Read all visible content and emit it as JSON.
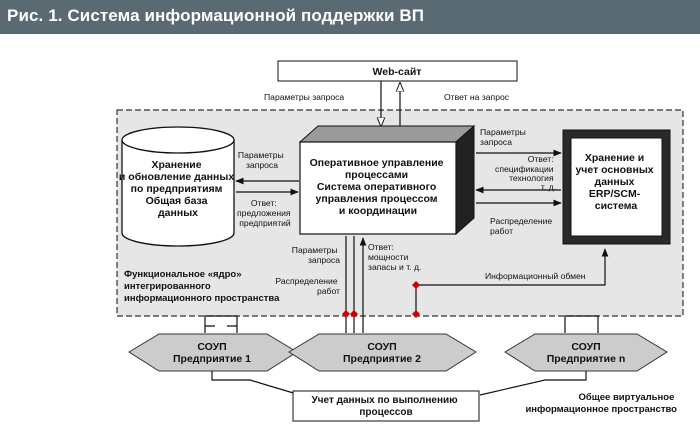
{
  "title": "Рис. 1. Система информационной поддержки ВП",
  "website": "Web-сайт",
  "labels": {
    "query_params_top": "Параметры запроса",
    "reply_top": "Ответ на запрос",
    "left_query": [
      "Параметры",
      "запроса"
    ],
    "left_reply": [
      "Ответ:",
      "предложения",
      "предприятий"
    ],
    "right_query": [
      "Параметры",
      "запроса"
    ],
    "right_reply": [
      "Ответ:",
      "спецификации",
      "технология",
      "т. д."
    ],
    "right_distribution": [
      "Распределение",
      "работ"
    ],
    "bottom_query": [
      "Параметры",
      "запроса"
    ],
    "bottom_reply": [
      "Ответ:",
      "мощности",
      "запасы и т. д."
    ],
    "bottom_distribution": [
      "Распределение",
      "работ"
    ],
    "info_exchange": "Информационный обмен",
    "core": [
      "Функциональное «ядро»",
      "интегрированного",
      "информационного пространства"
    ],
    "virtual_space": [
      "Общее  виртуальное",
      "информационное пространство"
    ]
  },
  "blocks": {
    "db": [
      "Хранение",
      "и обновление данных",
      "по предприятиям",
      "Общая база",
      "данных"
    ],
    "center": [
      "Оперативное управление",
      "процессами",
      "Система оперативного",
      "управления процессом",
      "и координации"
    ],
    "erp": [
      "Хранение и",
      "учет основных",
      "данных",
      "ERP/SCM-",
      "система"
    ],
    "accounting": [
      "Учет данных по выполнению",
      "процессов"
    ]
  },
  "enterprises": [
    {
      "name": "СОУП",
      "sub": "Предприятие 1"
    },
    {
      "name": "СОУП",
      "sub": "Предприятие 2"
    },
    {
      "name": "СОУП",
      "sub": "Предприятие n"
    }
  ],
  "colors": {
    "title_bar": "#5a6a72",
    "panel": "#e6e6e6",
    "hexagon": "#cccccc",
    "marker": "#cc0000"
  }
}
